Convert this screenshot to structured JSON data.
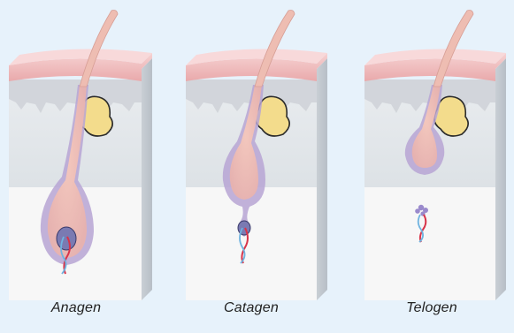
{
  "diagram": {
    "colors": {
      "background": "#e7f2fb",
      "epidermis": "#f4c9c9",
      "dermis": "#e4e8ec",
      "hypodermis": "#f7f7f7",
      "hair": "#f1c4b6",
      "follicle_sheath": "#b7a4d3",
      "sebaceous_gland": "#f3dc8c",
      "artery": "#d8344a",
      "vein": "#6fb3e0"
    },
    "stages": [
      {
        "label": "Anagen"
      },
      {
        "label": "Catagen"
      },
      {
        "label": "Telogen"
      }
    ]
  }
}
